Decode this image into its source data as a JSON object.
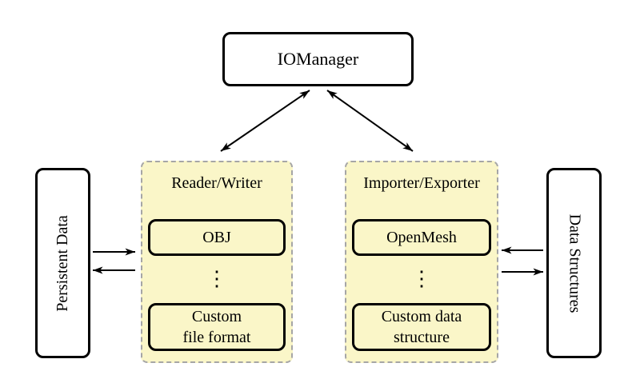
{
  "nodes": {
    "iomanager": "IOManager",
    "persistent_data": "Persistent Data",
    "data_structures": "Data Structures"
  },
  "groups": {
    "reader_writer": {
      "title": "Reader/Writer",
      "top_item": "OBJ",
      "ellipsis": "⋮",
      "bottom_item": "Custom\nfile format"
    },
    "importer_exporter": {
      "title": "Importer/Exporter",
      "top_item": "OpenMesh",
      "ellipsis": "⋮",
      "bottom_item": "Custom data\nstructure"
    }
  },
  "colors": {
    "group_fill": "#FAF6C8",
    "group_border": "#A6A6A6",
    "node_fill": "#FFFFFF",
    "line_color": "#000000",
    "bg": "#FFFFFF"
  }
}
